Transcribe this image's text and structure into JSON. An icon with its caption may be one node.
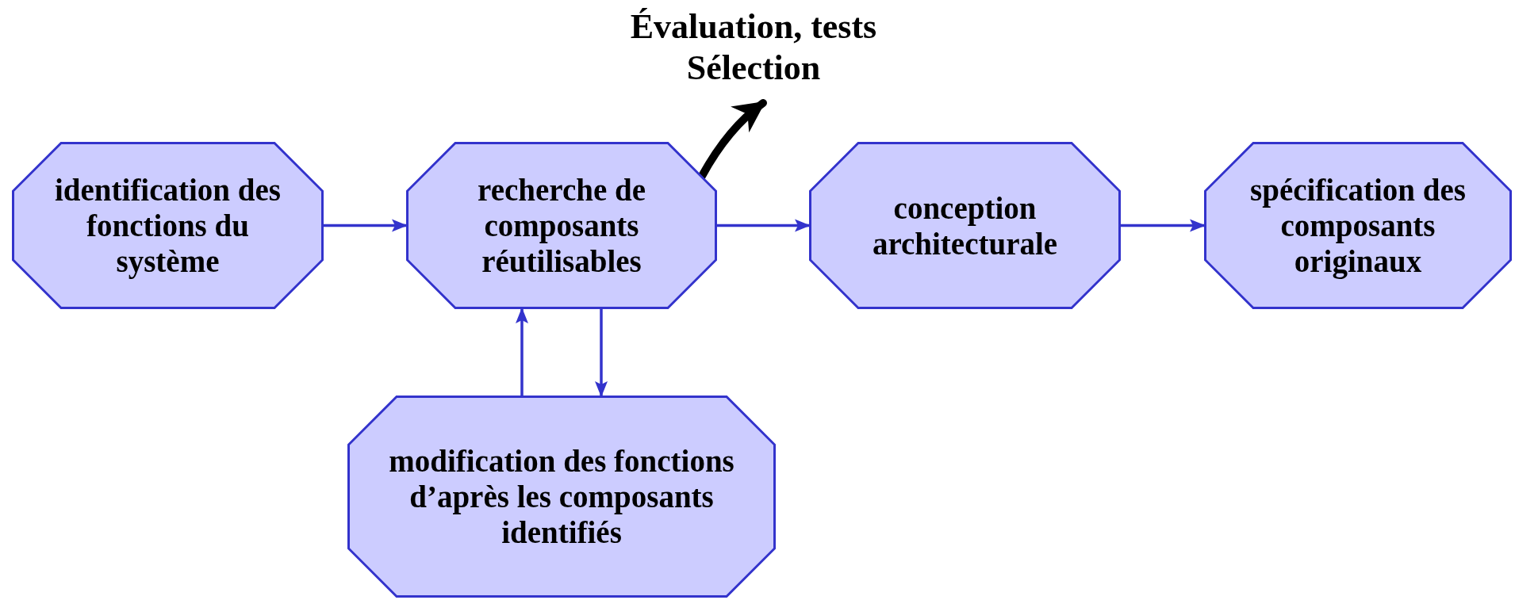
{
  "diagram": {
    "nodes": [
      {
        "text": [
          "identification des fonctions du système"
        ]
      },
      {
        "text": [
          "recherche de composants réutilisables"
        ]
      },
      {
        "text": [
          "conception architecturale"
        ]
      },
      {
        "text": [
          "spécification des composants originaux"
        ]
      },
      {
        "text": [
          "modification des fonctions d’après les composants identifiés"
        ]
      },
      {
        "text": [
          "Évaluation, tests Sélection"
        ]
      }
    ],
    "edges": [
      {
        "from": 0,
        "to": 1,
        "arrow": "to"
      },
      {
        "from": 1,
        "to": 2,
        "arrow": "to"
      },
      {
        "from": 2,
        "to": 3,
        "arrow": "to"
      },
      {
        "from": 4,
        "to": 1,
        "arrow": "to"
      },
      {
        "from": 1,
        "to": 4,
        "arrow": "to"
      },
      {
        "from": 1,
        "to": 5,
        "arrow": "to",
        "style": "thick",
        "color": "#000000"
      }
    ]
  }
}
